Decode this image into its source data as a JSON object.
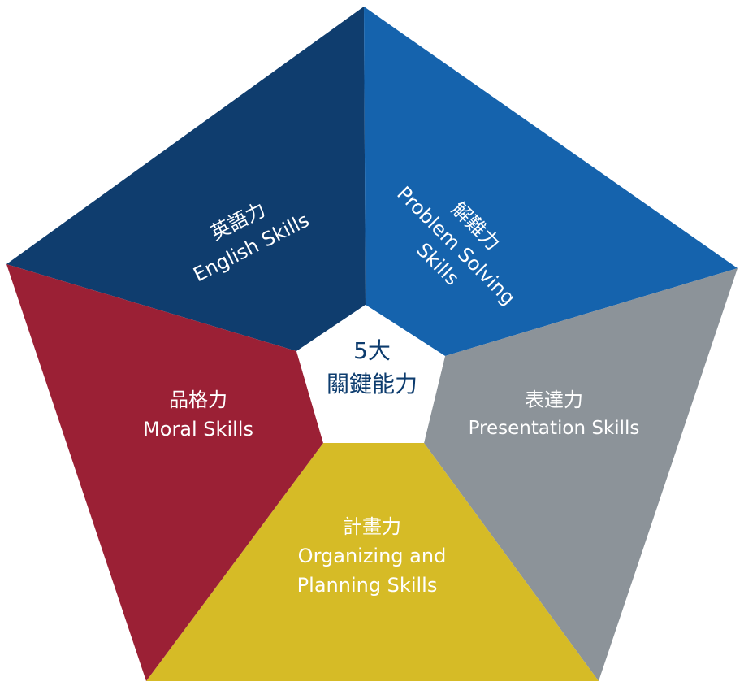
{
  "center": {
    "line1": "5大",
    "line2": "關鍵能力"
  },
  "segments": {
    "english": {
      "zh": "英語力",
      "en": "English Skills",
      "color": "#0f3d6e"
    },
    "problem": {
      "zh": "解難力",
      "en1": "Problem Solving",
      "en2": "Skills",
      "color": "#1563ad"
    },
    "presentation": {
      "zh": "表達力",
      "en": "Presentation Skills",
      "color": "#8c9399"
    },
    "planning": {
      "zh": "計畫力",
      "en1": "Organizing and",
      "en2": "Planning Skills",
      "color": "#d6bb26"
    },
    "moral": {
      "zh": "品格力",
      "en": "Moral Skills",
      "color": "#9b2035"
    }
  }
}
